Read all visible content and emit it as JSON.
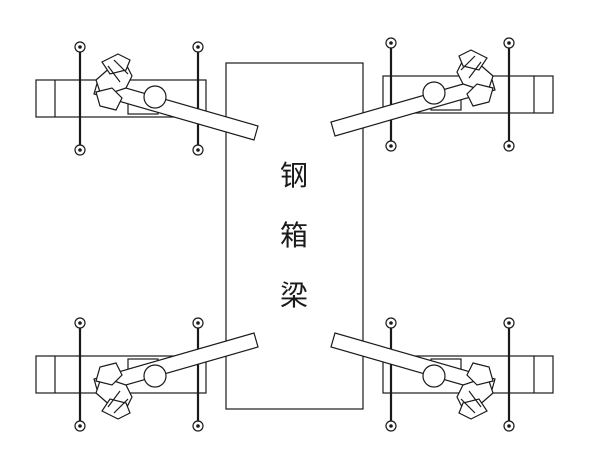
{
  "girder": {
    "label_chars": [
      "钢",
      "箱",
      "梁"
    ]
  },
  "colors": {
    "line": "#1a1a1a",
    "background": "#ffffff"
  }
}
